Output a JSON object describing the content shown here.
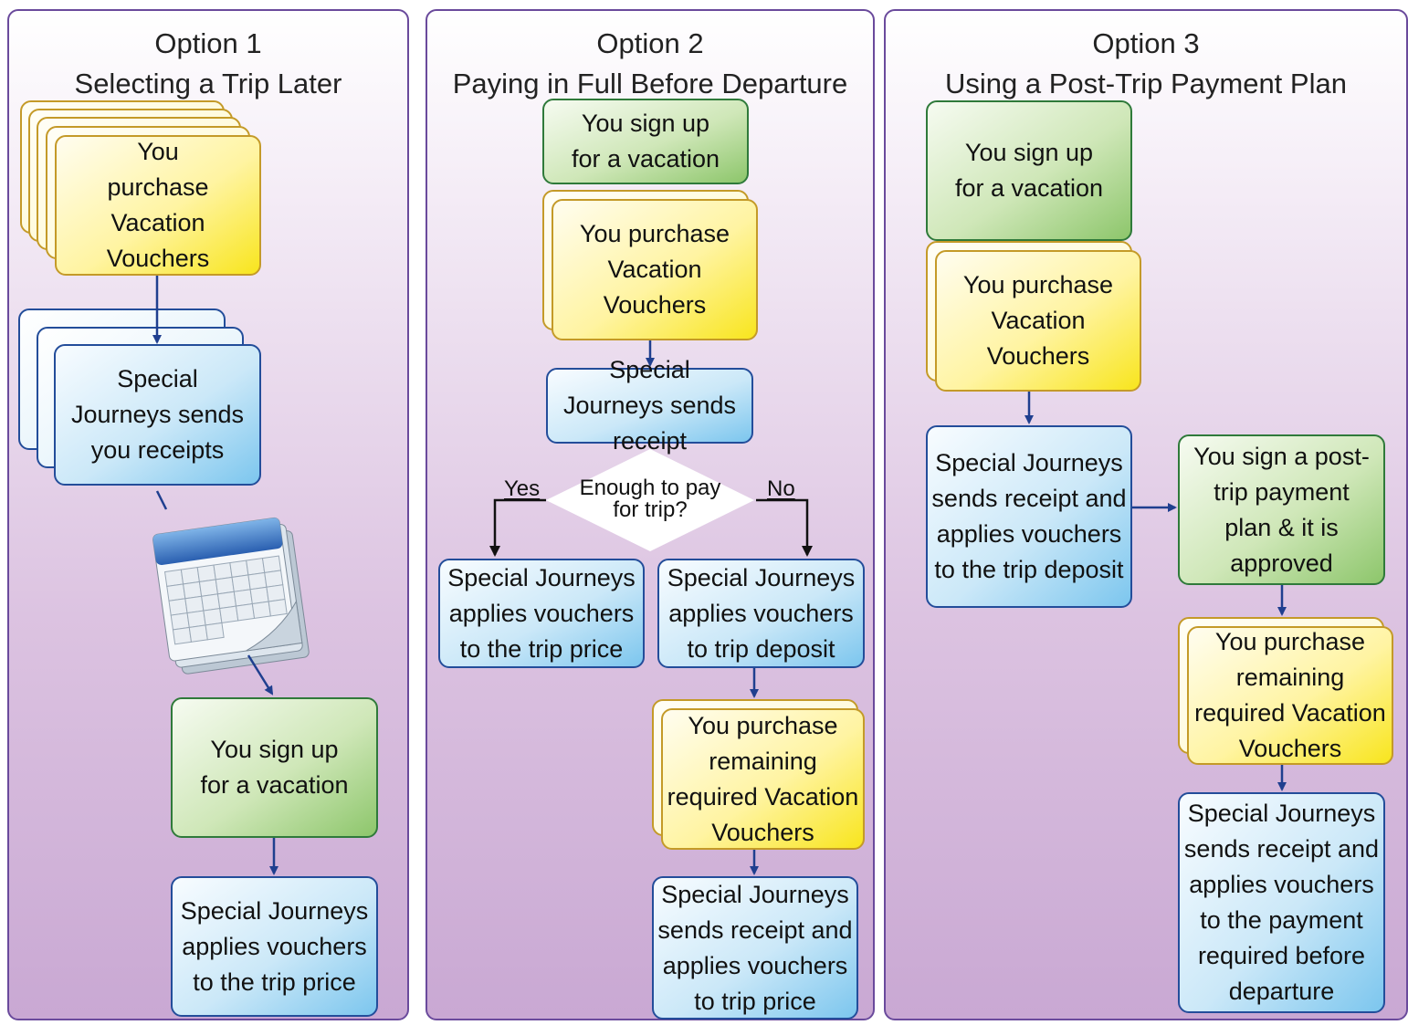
{
  "option1": {
    "title": "Option 1",
    "subtitle": "Selecting a Trip Later",
    "purchase": "You purchase Vacation Vouchers",
    "receipts": "Special Journeys sends you receipts",
    "signup": "You sign up for a vacation",
    "applies": "Special Journeys applies vouchers to the trip price"
  },
  "option2": {
    "title": "Option 2",
    "subtitle": "Paying in Full Before Departure",
    "signup": "You sign up for a vacation",
    "purchase": "You purchase Vacation Vouchers",
    "receipt": "Special Journeys sends receipt",
    "decision": "Enough to pay for trip?",
    "yes": "Yes",
    "no": "No",
    "applies_price": "Special Journeys applies vouchers to the trip price",
    "applies_deposit": "Special Journeys applies vouchers to trip deposit",
    "purchase_remaining": "You purchase remaining required Vacation Vouchers",
    "final": "Special Journeys sends receipt and applies vouchers to trip price"
  },
  "option3": {
    "title": "Option 3",
    "subtitle": "Using a Post-Trip Payment Plan",
    "signup": "You sign up for a vacation",
    "purchase": "You purchase Vacation Vouchers",
    "receipt_deposit": "Special Journeys sends receipt and applies vouchers to the trip deposit",
    "plan": "You sign a post-trip payment plan & it is approved",
    "purchase_remaining": "You purchase remaining required Vacation Vouchers",
    "final": "Special Journeys sends receipt and applies vouchers to the payment required before departure"
  },
  "colors": {
    "panel_border": "#6a4a9c",
    "arrow": "#1f3f8f",
    "green_border": "#2f7a3a",
    "blue_border": "#234d9a",
    "yellow_border": "#c49a28"
  },
  "icons": [
    "calendar-icon"
  ]
}
